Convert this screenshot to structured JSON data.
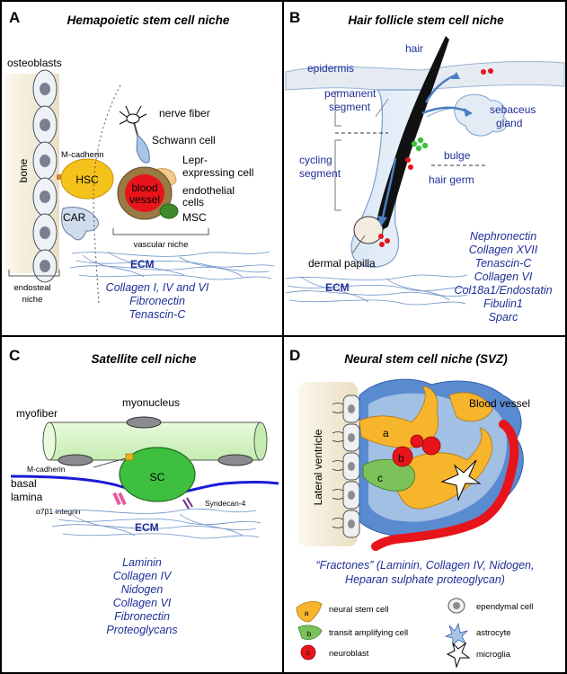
{
  "colors": {
    "matrix_text": "#1f2f96",
    "ecm_fibers": "#6a90c8",
    "hsc_yellow": "#f5c21b",
    "blood_red": "#e8141b",
    "sc_green": "#3fbf3f",
    "myofiber_green": "#d8f5c8",
    "bone_beige": "#f0e8d2",
    "stem_orange": "#f7b52c",
    "basal_lamina": "#1a1ad8"
  },
  "panel_a": {
    "letter": "A",
    "title": "Hemapoietic stem cell niche",
    "labels": {
      "osteoblasts": "osteoblasts",
      "bone": "bone",
      "m_cadherin": "M-cadherin",
      "hsc": "HSC",
      "car": "CAR",
      "nerve_fiber": "nerve fiber",
      "schwann_cell": "Schwann cell",
      "lepr_line1": "Lepr-",
      "lepr_line2": "expressing cell",
      "blood_line1": "blood",
      "blood_line2": "vessel",
      "endothelial_line1": "endothelial",
      "endothelial_line2": "cells",
      "msc": "MSC",
      "vascular_niche": "vascular niche",
      "ecm": "ECM",
      "endosteal_line1": "endosteal",
      "endosteal_line2": "niche"
    },
    "matrix": [
      "Collagen I, IV and VI",
      "Fibronectin",
      "Tenascin-C"
    ]
  },
  "panel_b": {
    "letter": "B",
    "title": "Hair follicle stem cell niche",
    "labels": {
      "hair": "hair",
      "epidermis": "epidermis",
      "permanent_line1": "permanent",
      "permanent_line2": "segment",
      "sebaceous_line1": "sebaceus",
      "sebaceous_line2": "gland",
      "cycling_line1": "cycling",
      "cycling_line2": "segment",
      "bulge": "bulge",
      "hair_germ": "hair germ",
      "dermal_papilla": "dermal papilla",
      "ecm": "ECM"
    },
    "matrix": [
      "Nephronectin",
      "Collagen XVII",
      "Tenascin-C",
      "Collagen VI",
      "Col18a1/Endostatin",
      "Fibulin1",
      "Sparc"
    ]
  },
  "panel_c": {
    "letter": "C",
    "title": "Satellite cell niche",
    "labels": {
      "myonucleus": "myonucleus",
      "myofiber": "myofiber",
      "basal_line1": "basal",
      "basal_line2": "lamina",
      "m_cadherin": "M-cadherin",
      "sc": "SC",
      "integrin": "α7β1 integrin",
      "syndecan": "Syndecan-4",
      "ecm": "ECM"
    },
    "matrix": [
      "Laminin",
      "Collagen IV",
      "Nidogen",
      "Collagen VI",
      "Fibronectin",
      "Proteoglycans"
    ]
  },
  "panel_d": {
    "letter": "D",
    "title": "Neural stem cell niche (SVZ)",
    "labels": {
      "lateral_ventricle": "Lateral ventricle",
      "blood_vessel": "Blood vessel",
      "cell_a": "a",
      "cell_b": "b",
      "cell_c": "c"
    },
    "matrix": [
      "“Fractones” (Laminin, Collagen IV, Nidogen,",
      "Heparan sulphate proteoglycan)"
    ],
    "legend": [
      {
        "badge": "a",
        "label": "neural stem cell",
        "icon": "neural-stem-cell-icon"
      },
      {
        "badge": "b",
        "label": "transit amplifying cell",
        "icon": "transit-amplifying-cell-icon"
      },
      {
        "badge": "c",
        "label": "neuroblast",
        "icon": "neuroblast-icon"
      },
      {
        "badge": "",
        "label": "ependymal cell",
        "icon": "ependymal-cell-icon"
      },
      {
        "badge": "",
        "label": "astrocyte",
        "icon": "astrocyte-icon"
      },
      {
        "badge": "",
        "label": "microglia",
        "icon": "microglia-icon"
      }
    ]
  }
}
